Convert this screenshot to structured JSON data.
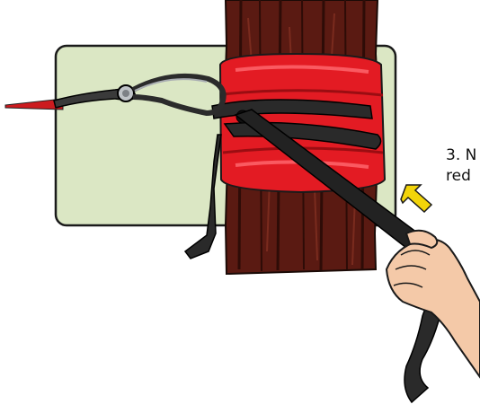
{
  "caption": {
    "line1": "3. N",
    "line2": "red"
  },
  "icons": {
    "arrow": "yellow-arrow-icon",
    "hand": "hand-illustration",
    "tree": "tree-trunk-illustration",
    "strap": "tree-strap-illustration",
    "hook": "metal-hook-illustration"
  },
  "colors": {
    "panel": "#dbe7c4",
    "trunk": "#5a1a12",
    "red_strap": "#e31b23",
    "black_strap": "#2a2a2a",
    "arrow": "#f2d40a",
    "skin": "#f4c9a8"
  }
}
